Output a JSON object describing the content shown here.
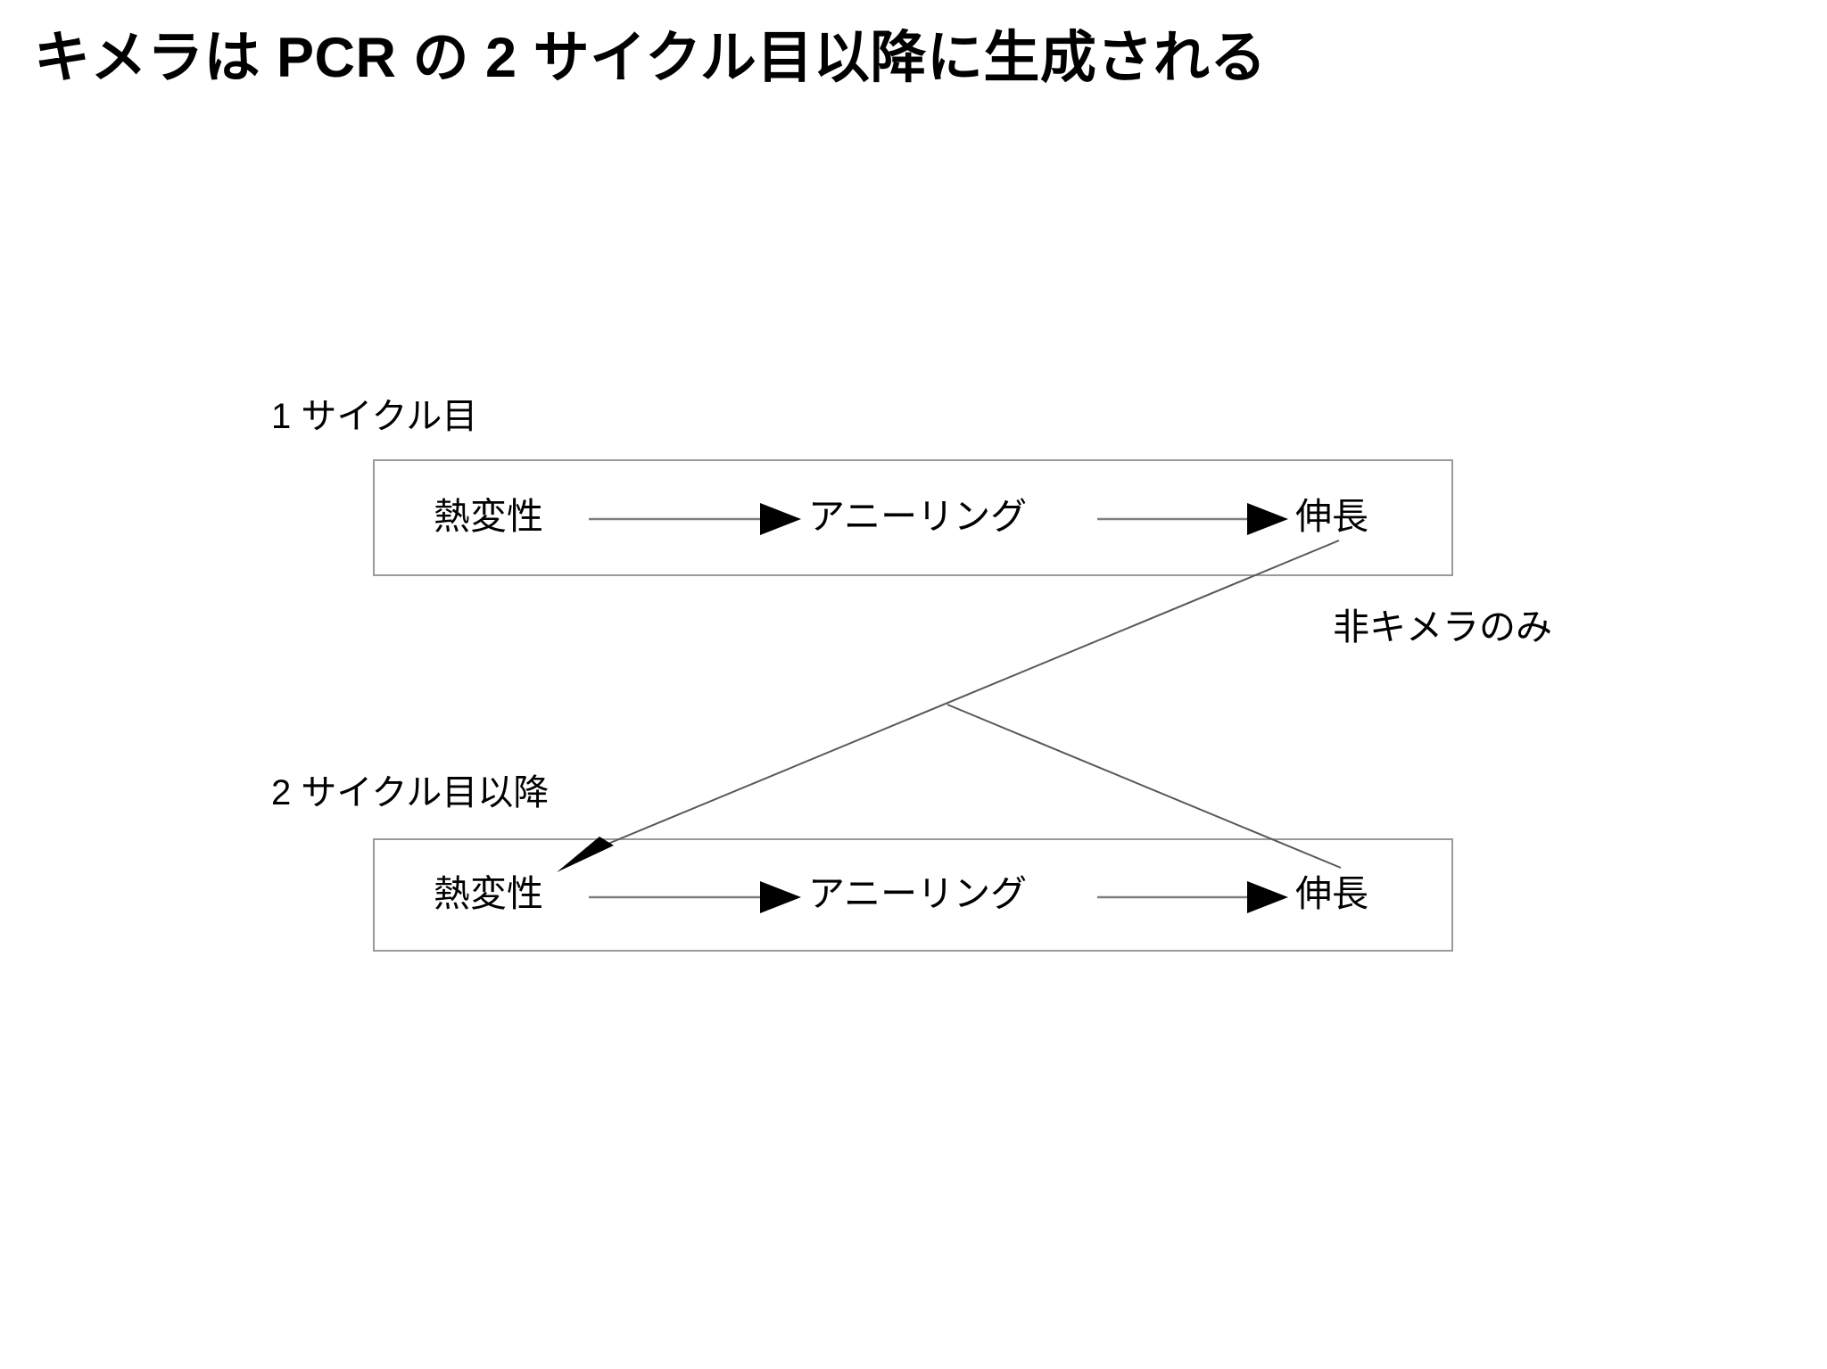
{
  "slide": {
    "title": "キメラは PCR の 2 サイクル目以降に生成される",
    "background_color": "#ffffff",
    "text_color": "#000000",
    "box_border_color": "#9a9a9e",
    "connector_color": "#7f7f7f",
    "arrowhead_color": "#000000"
  },
  "cycles": [
    {
      "id": "cycle-1",
      "label": "1 サイクル目",
      "stages": [
        {
          "id": "denature",
          "label": "熱変性"
        },
        {
          "id": "anneal",
          "label": "アニーリング"
        },
        {
          "id": "extend",
          "label": "伸長"
        }
      ]
    },
    {
      "id": "cycle-2",
      "label": "2 サイクル目以降",
      "stages": [
        {
          "id": "denature",
          "label": "熱変性"
        },
        {
          "id": "anneal",
          "label": "アニーリング"
        },
        {
          "id": "extend",
          "label": "伸長"
        }
      ]
    }
  ],
  "annotations": [
    {
      "id": "non-chimera-only",
      "label": "非キメラのみ"
    }
  ],
  "connectors": [
    {
      "id": "cycle1-extend-to-cycle2-denature",
      "from": "cycle-1.extend",
      "to": "cycle-2.denature",
      "arrowhead": "end"
    },
    {
      "id": "junction-to-cycle2-extend",
      "from": "junction",
      "to": "cycle-2.extend",
      "arrowhead": "none"
    }
  ]
}
